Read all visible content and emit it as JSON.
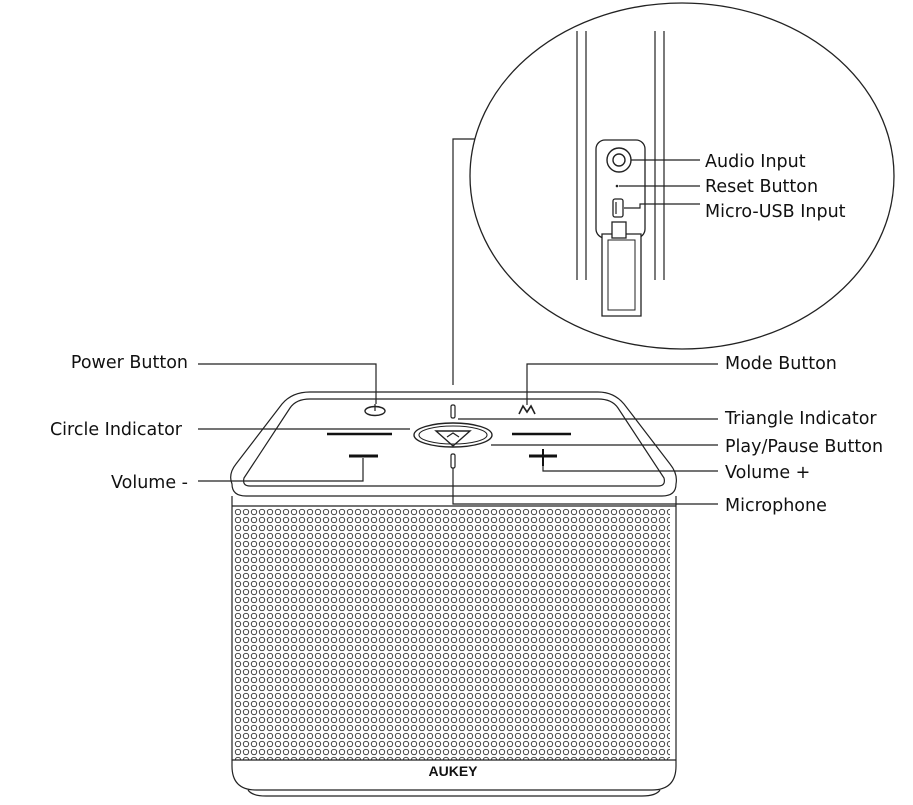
{
  "brand": "AUKEY",
  "callouts": {
    "power_button": "Power Button",
    "circle_indicator": "Circle Indicator",
    "volume_minus": "Volume -",
    "mode_button": "Mode Button",
    "triangle_indicator": "Triangle Indicator",
    "play_pause_button": "Play/Pause Button",
    "volume_plus": "Volume +",
    "microphone": "Microphone"
  },
  "inset_callouts": {
    "audio_input": "Audio Input",
    "reset_button": "Reset Button",
    "micro_usb_input": "Micro-USB Input"
  }
}
